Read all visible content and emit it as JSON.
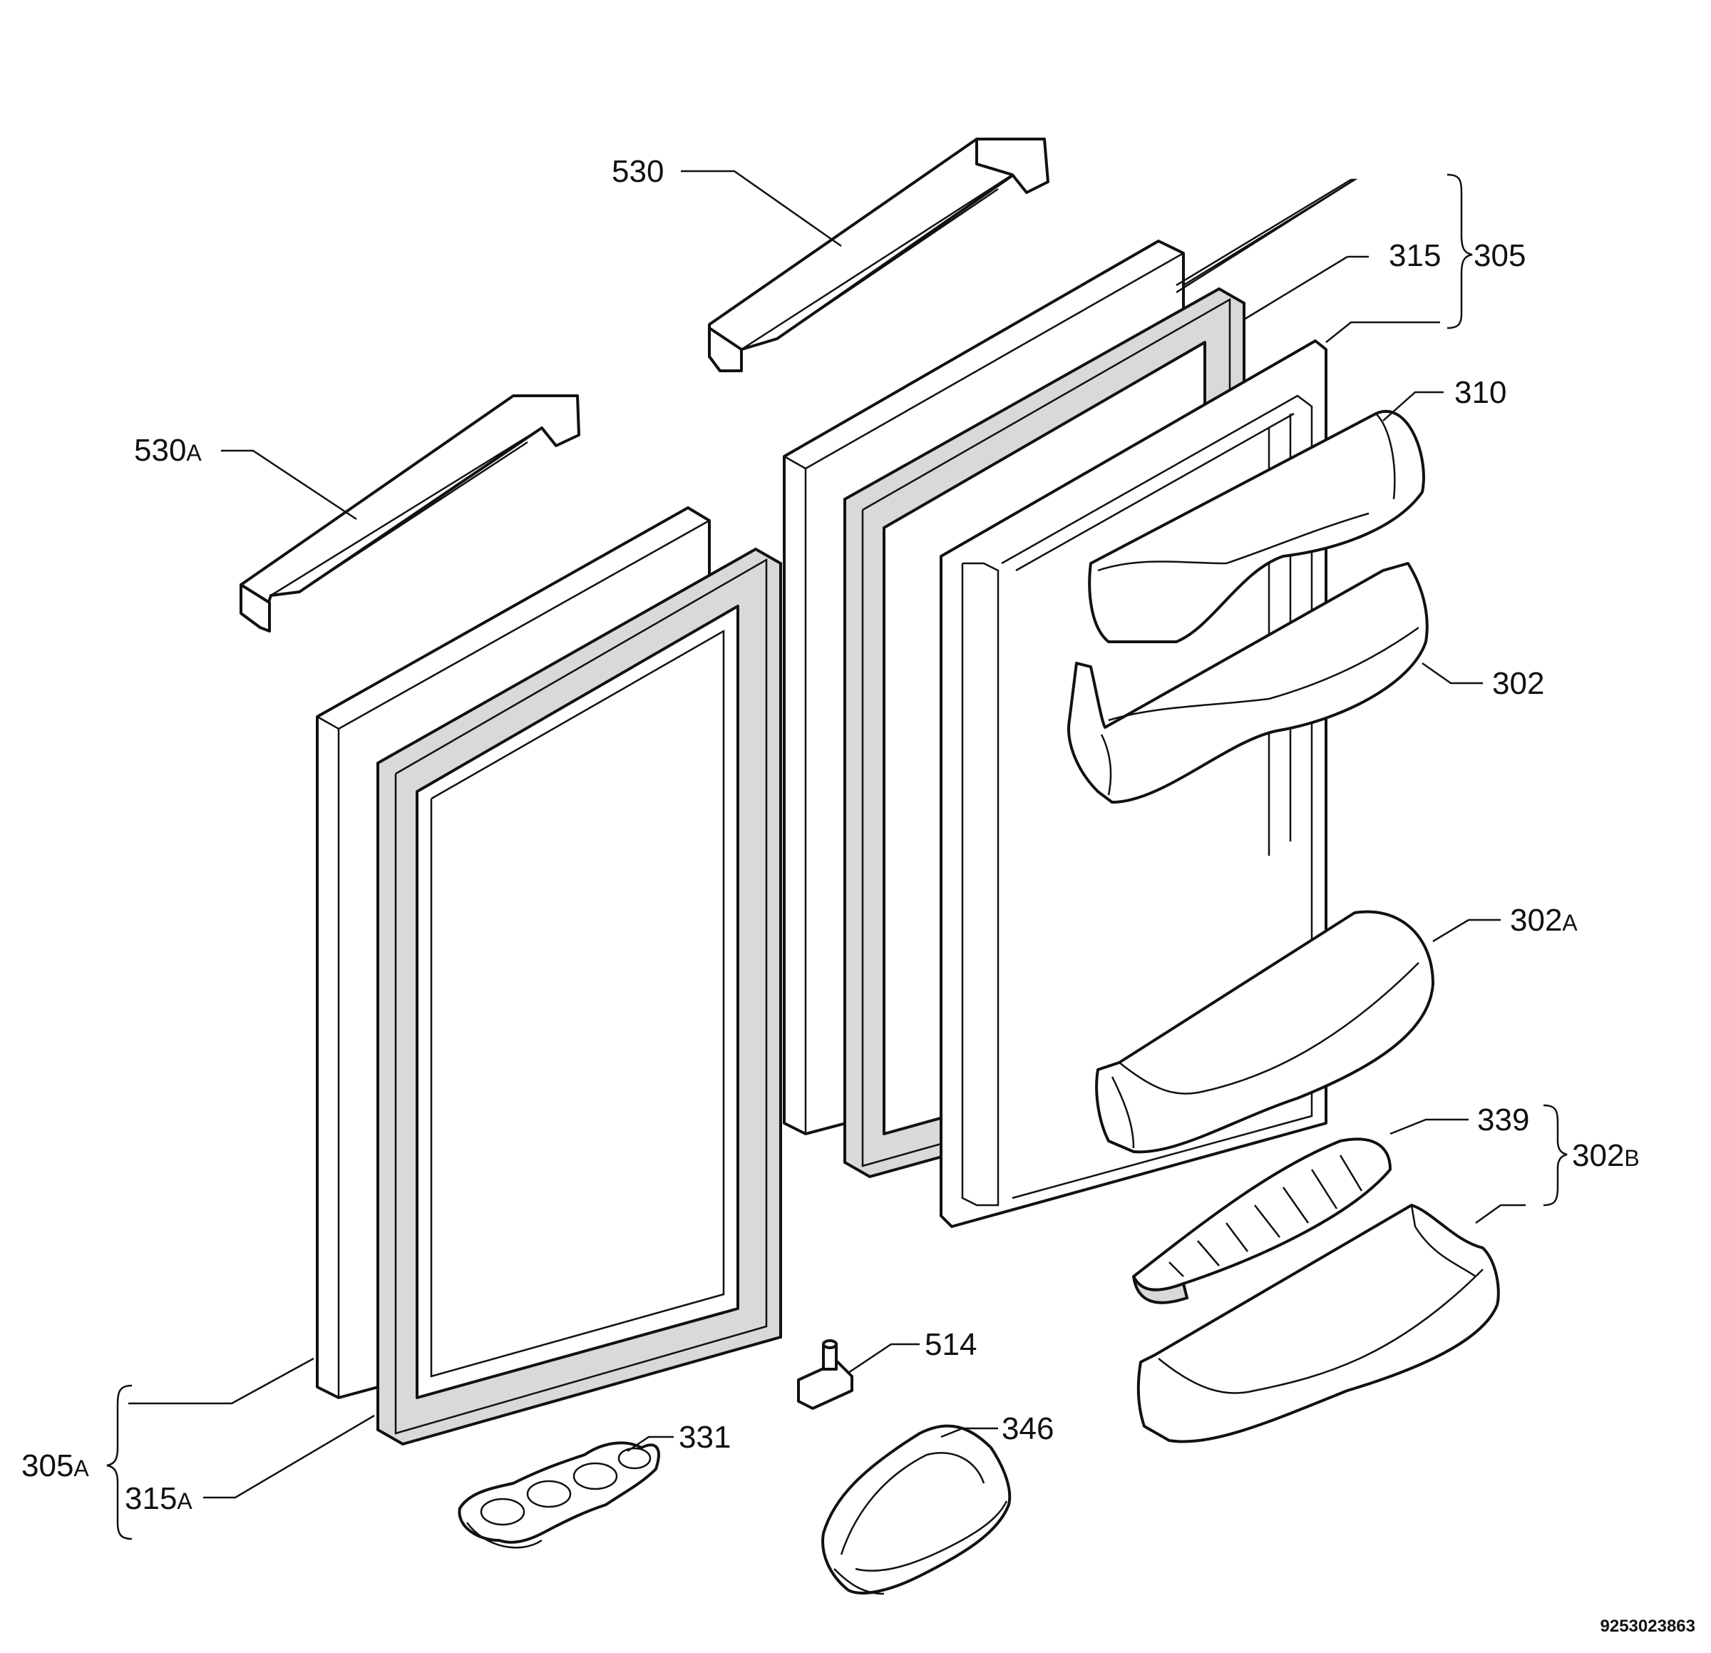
{
  "labels": {
    "p530": {
      "num": "530",
      "suffix": ""
    },
    "p530A": {
      "num": "530",
      "suffix": "A"
    },
    "p315": {
      "num": "315",
      "suffix": ""
    },
    "p305": {
      "num": "305",
      "suffix": ""
    },
    "p310": {
      "num": "310",
      "suffix": ""
    },
    "p302": {
      "num": "302",
      "suffix": ""
    },
    "p302A": {
      "num": "302",
      "suffix": "A"
    },
    "p339": {
      "num": "339",
      "suffix": ""
    },
    "p302B": {
      "num": "302",
      "suffix": "B"
    },
    "p514": {
      "num": "514",
      "suffix": ""
    },
    "p346": {
      "num": "346",
      "suffix": ""
    },
    "p331": {
      "num": "331",
      "suffix": ""
    },
    "p305A": {
      "num": "305",
      "suffix": "A"
    },
    "p315A": {
      "num": "315",
      "suffix": "A"
    }
  },
  "document_number": "9253023863"
}
